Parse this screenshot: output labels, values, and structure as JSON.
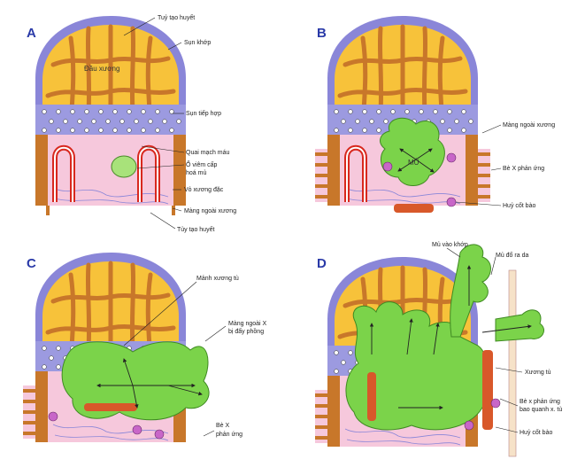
{
  "panels": {
    "A": {
      "letter": "A",
      "labels": {
        "tuy_tao_huyet_top": "Tuỷ tạo huyết",
        "sun_khop": "Sụn khớp",
        "dau_xuong": "Đầu xương",
        "sun_tiep_hop": "Sụn tiếp hợp",
        "quai_mach_mau": "Quai mạch máu",
        "o_viem_cap_line1": "Ổ viêm cấp",
        "o_viem_cap_line2": "hoá mủ",
        "vo_xuong_dac": "Vỏ xương đặc",
        "mang_ngoai_xuong": "Màng ngoài xương",
        "tuy_tao_huyet_bottom": "Tủy tạo huyết"
      }
    },
    "B": {
      "letter": "B",
      "labels": {
        "mang_ngoai_xuong": "Màng ngoài xương",
        "mu": "MỦ",
        "be_x_phan_ung": "Bè X phản ứng",
        "huy_cot_bao": "Huỷ cốt bào"
      }
    },
    "C": {
      "letter": "C",
      "labels": {
        "manh_xuong_tu": "Mảnh xương tù",
        "mang_ngoai_x_line1": "Màng ngoài X",
        "mang_ngoai_x_line2": "bị đẩy phồng",
        "be_x_line1": "Bè X",
        "be_x_line2": "phản ứng"
      }
    },
    "D": {
      "letter": "D",
      "labels": {
        "mu_vao_khop": "Mủ vào khớp",
        "mu_do_ra_da": "Mủ đổ ra da",
        "xuong_tu": "Xương tù",
        "be_x_quanh_line1": "Bè x phản ứng",
        "be_x_quanh_line2": "bao quanh x. tù",
        "huy_cot_bao": "Huỷ cốt bào"
      }
    }
  },
  "colors": {
    "marrow_yellow": "#f7c23a",
    "trabecula_brown": "#c8772a",
    "cartilage_purple": "#8a86d8",
    "growth_plate": "#9c9ae0",
    "pus_green": "#7bd34a",
    "vessel_red": "#d8281e",
    "pink_marrow": "#f6c8dc",
    "label_blue": "#2a3aa8"
  }
}
